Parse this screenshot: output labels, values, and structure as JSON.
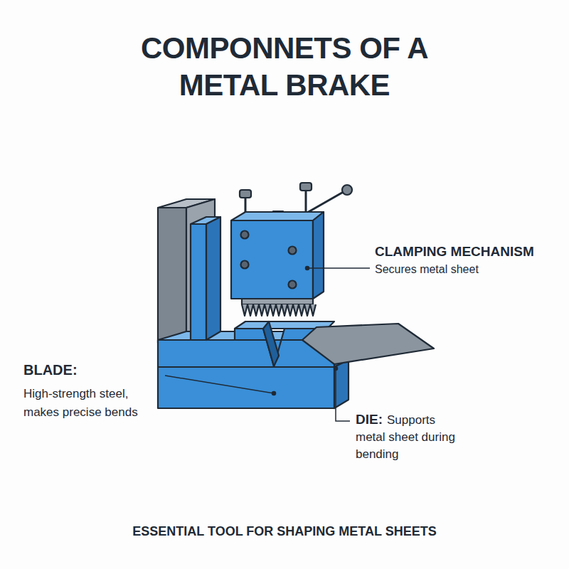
{
  "diagram": {
    "title": "COMPONNETS OF A METAL BRAKE",
    "caption": "ESSENTIAL TOOL FOR SHAPING METAL SHEETS",
    "labels": [
      "CLAMPING MECHANISM",
      "Secures metal sheet",
      "BLADE:",
      "High-strength steel, makes precise bends",
      "DIE:",
      "Supports metal sheet during bending"
    ]
  }
}
